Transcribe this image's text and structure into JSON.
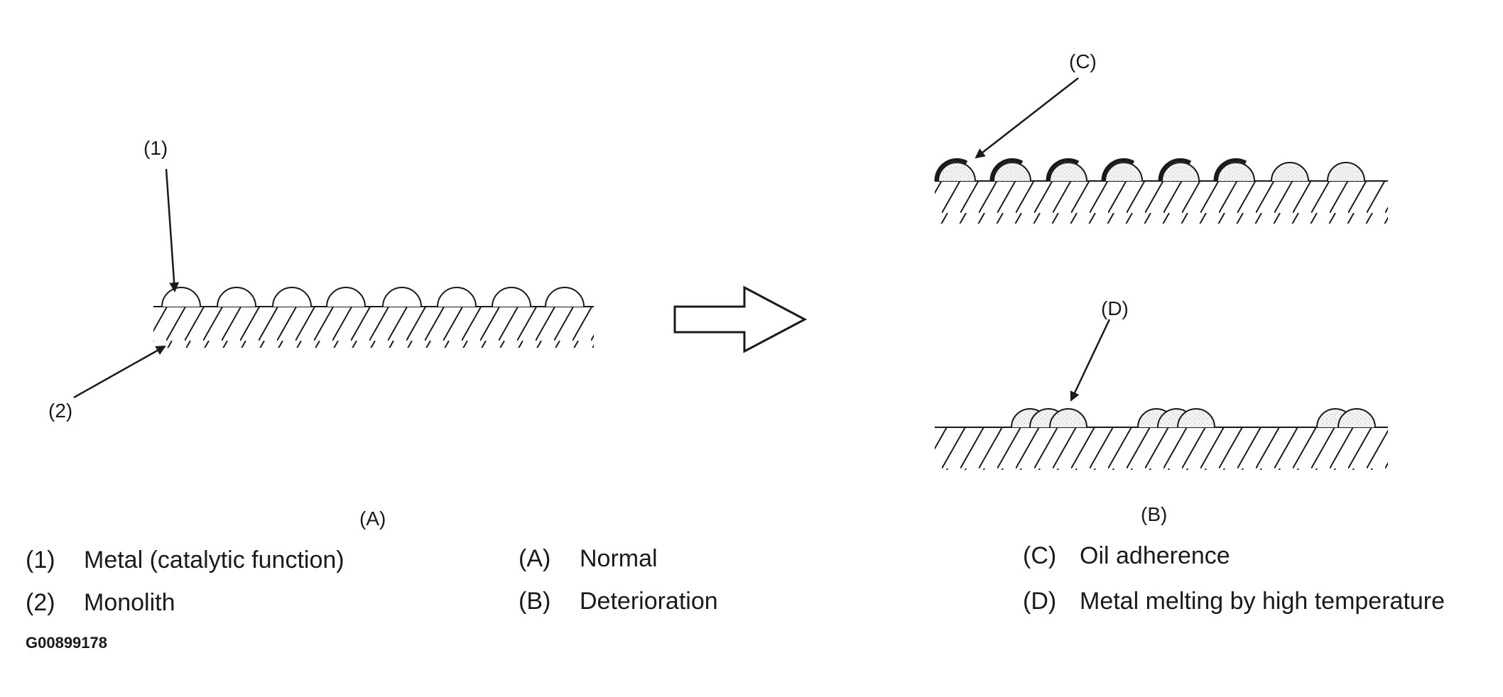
{
  "labels": {
    "one": "(1)",
    "two": "(2)",
    "A": "(A)",
    "B": "(B)",
    "C": "(C)",
    "D": "(D)"
  },
  "legend": [
    {
      "key": "(1)",
      "text": "Metal (catalytic function)"
    },
    {
      "key": "(2)",
      "text": "Monolith"
    },
    {
      "key": "(A)",
      "text": "Normal"
    },
    {
      "key": "(B)",
      "text": "Deterioration"
    },
    {
      "key": "(C)",
      "text": "Oil adherence"
    },
    {
      "key": "(D)",
      "text": "Metal melting by high temperature"
    }
  ],
  "figure_code": "G00899178"
}
